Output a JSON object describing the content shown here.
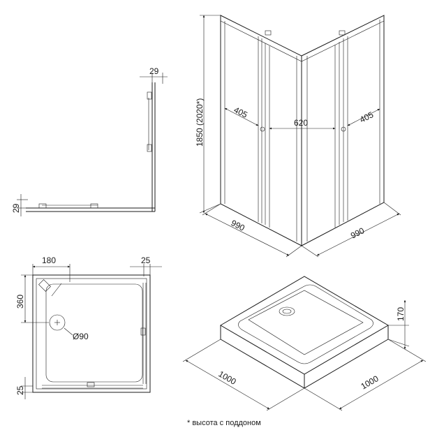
{
  "views": {
    "enclosure_perspective": {
      "height_label": "1850 (2020*)",
      "left_panel_label": "405",
      "center_opening_label": "620",
      "right_panel_label": "405",
      "left_depth_label": "990",
      "right_depth_label": "990"
    },
    "enclosure_top_view": {
      "top_profile_label": "29",
      "side_profile_label": "29"
    },
    "tray_top_view": {
      "corner_width_label": "180",
      "edge_offset_label": "25",
      "corner_depth_label": "360",
      "drain_label": "Ø90",
      "bottom_offset_label": "25"
    },
    "tray_perspective": {
      "height_label": "170",
      "left_width_label": "1000",
      "right_width_label": "1000"
    }
  },
  "footnote": "* высота с поддоном",
  "colors": {
    "line": "#1a1a1a",
    "background": "#ffffff"
  }
}
